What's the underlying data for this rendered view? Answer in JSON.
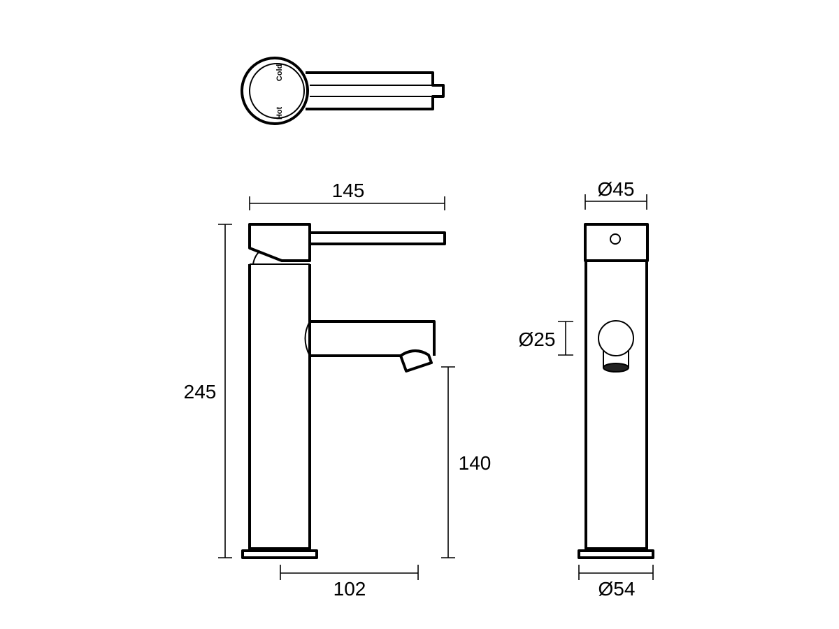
{
  "top_view": {
    "cold_label": "Cold",
    "hot_label": "Hot"
  },
  "side_view": {
    "overall_width": "145",
    "overall_height": "245",
    "spout_height": "140",
    "spout_reach": "102"
  },
  "front_view": {
    "head_diameter": "Ø45",
    "spout_diameter": "Ø25",
    "base_diameter": "Ø54"
  }
}
